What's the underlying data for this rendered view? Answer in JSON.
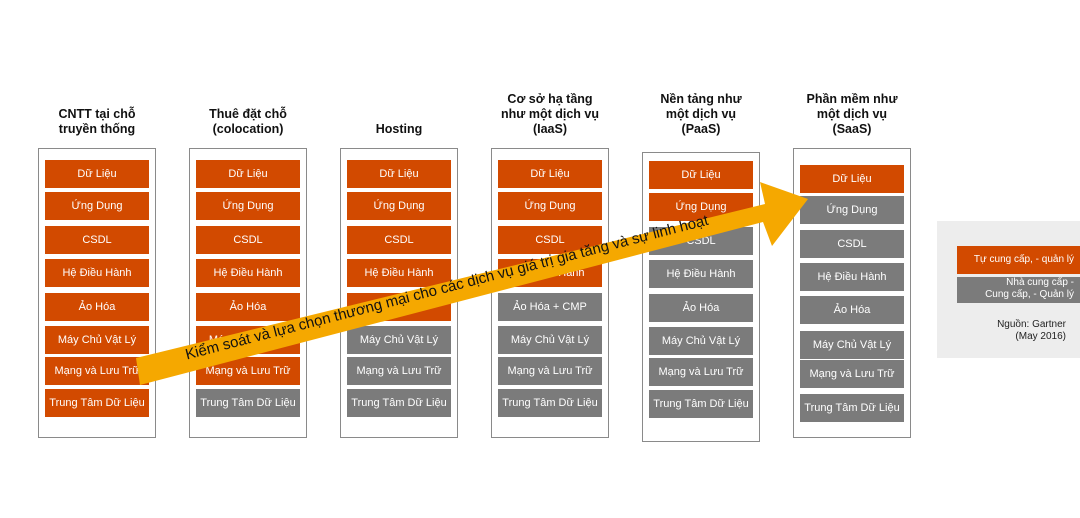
{
  "columns": [
    {
      "id": "traditional",
      "heading": [
        "CNTT tại chỗ",
        "truyền thống"
      ],
      "layers": [
        {
          "label": "Dữ Liệu",
          "owner": "self"
        },
        {
          "label": "Ứng Dụng",
          "owner": "self"
        },
        {
          "label": "CSDL",
          "owner": "self"
        },
        {
          "label": "Hệ Điều Hành",
          "owner": "self"
        },
        {
          "label": "Ảo Hóa",
          "owner": "self"
        },
        {
          "label": "Máy Chủ Vật Lý",
          "owner": "self"
        },
        {
          "label": "Mạng và Lưu Trữ",
          "owner": "self"
        },
        {
          "label": "Trung Tâm Dữ Liệu",
          "owner": "self"
        }
      ]
    },
    {
      "id": "colocation",
      "heading": [
        "Thuê đặt chỗ",
        "(colocation)"
      ],
      "layers": [
        {
          "label": "Dữ Liệu",
          "owner": "self"
        },
        {
          "label": "Ứng Dụng",
          "owner": "self"
        },
        {
          "label": "CSDL",
          "owner": "self"
        },
        {
          "label": "Hệ Điều Hành",
          "owner": "self"
        },
        {
          "label": "Ảo Hóa",
          "owner": "self"
        },
        {
          "label": "Máy Chủ Vật Lý",
          "owner": "self"
        },
        {
          "label": "Mạng và Lưu Trữ",
          "owner": "self"
        },
        {
          "label": "Trung Tâm Dữ Liệu",
          "owner": "provider"
        }
      ]
    },
    {
      "id": "hosting",
      "heading": [
        "Hosting"
      ],
      "layers": [
        {
          "label": "Dữ Liệu",
          "owner": "self"
        },
        {
          "label": "Ứng Dụng",
          "owner": "self"
        },
        {
          "label": "CSDL",
          "owner": "self"
        },
        {
          "label": "Hệ Điều Hành",
          "owner": "self"
        },
        {
          "label": "Ảo Hóa",
          "owner": "self"
        },
        {
          "label": "Máy Chủ Vật Lý",
          "owner": "provider"
        },
        {
          "label": "Mạng và Lưu Trữ",
          "owner": "provider"
        },
        {
          "label": "Trung Tâm Dữ Liệu",
          "owner": "provider"
        }
      ]
    },
    {
      "id": "iaas",
      "heading": [
        "Cơ sở hạ tầng",
        "như một dịch vụ",
        "(IaaS)"
      ],
      "layers": [
        {
          "label": "Dữ Liệu",
          "owner": "self"
        },
        {
          "label": "Ứng Dụng",
          "owner": "self"
        },
        {
          "label": "CSDL",
          "owner": "self"
        },
        {
          "label": "Hệ Điều Hành",
          "owner": "self"
        },
        {
          "label": "Ảo Hóa + CMP",
          "owner": "provider"
        },
        {
          "label": "Máy Chủ Vật Lý",
          "owner": "provider"
        },
        {
          "label": "Mạng và Lưu Trữ",
          "owner": "provider"
        },
        {
          "label": "Trung Tâm Dữ Liệu",
          "owner": "provider"
        }
      ]
    },
    {
      "id": "paas",
      "heading": [
        "Nền tảng như",
        "một dịch vụ",
        "(PaaS)"
      ],
      "layers": [
        {
          "label": "Dữ Liệu",
          "owner": "self"
        },
        {
          "label": "Ứng Dụng",
          "owner": "self"
        },
        {
          "label": "CSDL",
          "owner": "provider"
        },
        {
          "label": "Hệ Điều Hành",
          "owner": "provider"
        },
        {
          "label": "Ảo Hóa",
          "owner": "provider"
        },
        {
          "label": "Máy Chủ Vật Lý",
          "owner": "provider"
        },
        {
          "label": "Mạng và Lưu Trữ",
          "owner": "provider"
        },
        {
          "label": "Trung Tâm Dữ Liệu",
          "owner": "provider"
        }
      ]
    },
    {
      "id": "saas",
      "heading": [
        "Phần mềm như",
        "một dịch vụ",
        "(SaaS)"
      ],
      "layers": [
        {
          "label": "Dữ Liệu",
          "owner": "self"
        },
        {
          "label": "Ứng Dụng",
          "owner": "provider"
        },
        {
          "label": "CSDL",
          "owner": "provider"
        },
        {
          "label": "Hệ Điều Hành",
          "owner": "provider"
        },
        {
          "label": "Ảo Hóa",
          "owner": "provider"
        },
        {
          "label": "Máy Chủ Vật Lý",
          "owner": "provider"
        },
        {
          "label": "Mạng và Lưu Trữ",
          "owner": "provider"
        },
        {
          "label": "Trung Tâm Dữ Liệu",
          "owner": "provider"
        }
      ]
    }
  ],
  "arrow": {
    "label": "Kiểm soát và lựa chọn thương mại cho các dịch vụ giá trị gia tăng và sự linh hoạt",
    "color": "#f5a800"
  },
  "legend": {
    "self_label": "Tự cung cấp, - quản lý",
    "provider_label": [
      "Nhà cung cấp -",
      "Cung cấp, - Quản lý"
    ],
    "source": [
      "Nguồn: Gartner",
      "(May 2016)"
    ]
  },
  "colors": {
    "self": "#d24a00",
    "provider": "#7b7b7b",
    "border": "#8a8a8a",
    "legend_bg": "#ededed"
  }
}
